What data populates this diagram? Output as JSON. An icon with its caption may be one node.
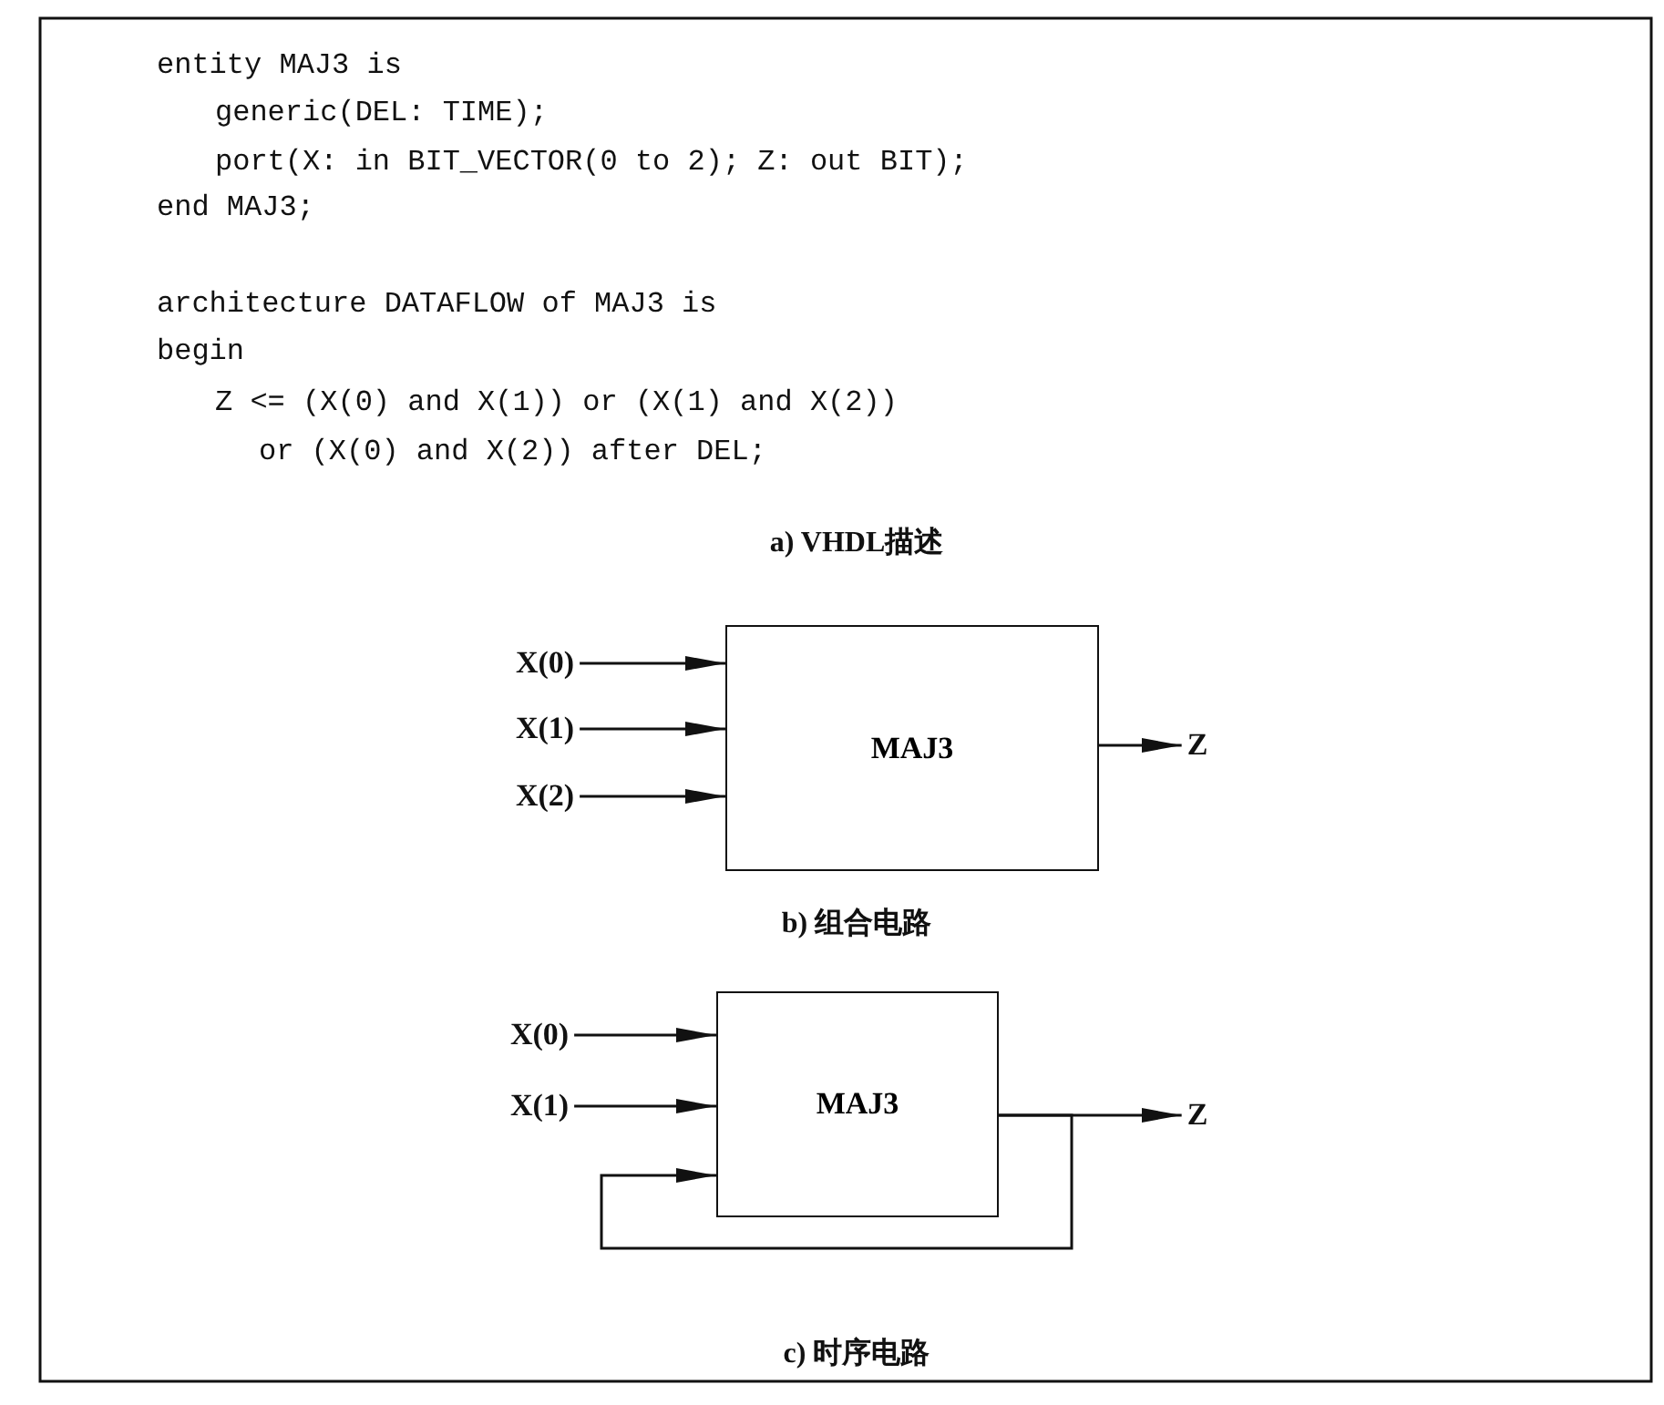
{
  "diagram": {
    "nodes": [
      {
        "text": [
          "X(0)"
        ]
      },
      {
        "text": [
          "X(1)"
        ]
      },
      {
        "text": [
          "X(2)"
        ]
      },
      {
        "text": [
          "MAJ3"
        ]
      },
      {
        "text": [
          "Z"
        ]
      },
      {
        "text": [
          "X(0)"
        ]
      },
      {
        "text": [
          "X(1)"
        ]
      },
      {
        "text": [
          "MAJ3"
        ]
      },
      {
        "text": [
          "Z"
        ]
      }
    ],
    "edges": [
      {
        "from": 0,
        "to": 3,
        "arrow": "to"
      },
      {
        "from": 1,
        "to": 3,
        "arrow": "to"
      },
      {
        "from": 2,
        "to": 3,
        "arrow": "to"
      },
      {
        "from": 3,
        "to": 4,
        "arrow": "to"
      },
      {
        "from": 5,
        "to": 7,
        "arrow": "to"
      },
      {
        "from": 6,
        "to": 7,
        "arrow": "to"
      },
      {
        "from": 7,
        "to": 8,
        "arrow": "to"
      },
      {
        "from": 7,
        "to": 7,
        "arrow": "to"
      }
    ],
    "labels": [
      "entity MAJ3 is",
      "generic(DEL: TIME);",
      "port(X: in BIT_VECTOR(0 to 2); Z: out BIT);",
      "end MAJ3;",
      "architecture DATAFLOW of MAJ3 is",
      "begin",
      "Z <= (X(0) and X(1)) or (X(1) and X(2))",
      "or (X(0) and X(2)) after DEL;",
      "a) VHDL描述",
      "b) 组合电路",
      "c) 时序电路"
    ]
  }
}
